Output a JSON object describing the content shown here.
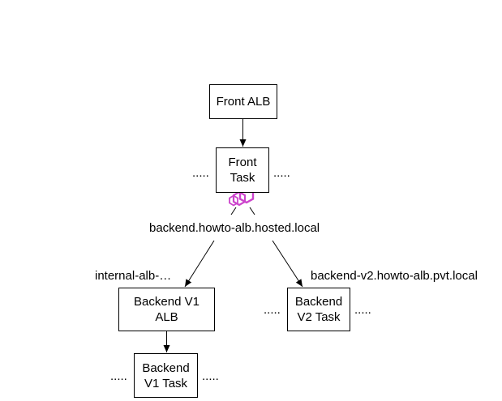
{
  "nodes": {
    "front_alb": "Front ALB",
    "front_task": "Front\nTask",
    "backend_v1_alb": "Backend V1\nALB",
    "backend_v2_task": "Backend\nV2 Task",
    "backend_v1_task": "Backend\nV1 Task"
  },
  "labels": {
    "backend_dns": "backend.howto-alb.hosted.local",
    "internal_alb": "internal-alb-…",
    "backend_v2_dns": "backend-v2.howto-alb.pvt.local"
  },
  "ellipsis": {
    "front_task_left": ".....",
    "front_task_right": ".....",
    "v2_task_left": ".....",
    "v2_task_right": ".....",
    "v1_task_left": ".....",
    "v1_task_right": "....."
  },
  "icons": {
    "service_mesh": "app-mesh-icon"
  },
  "colors": {
    "line": "#000000",
    "mesh_icon": "#cc44cc"
  }
}
